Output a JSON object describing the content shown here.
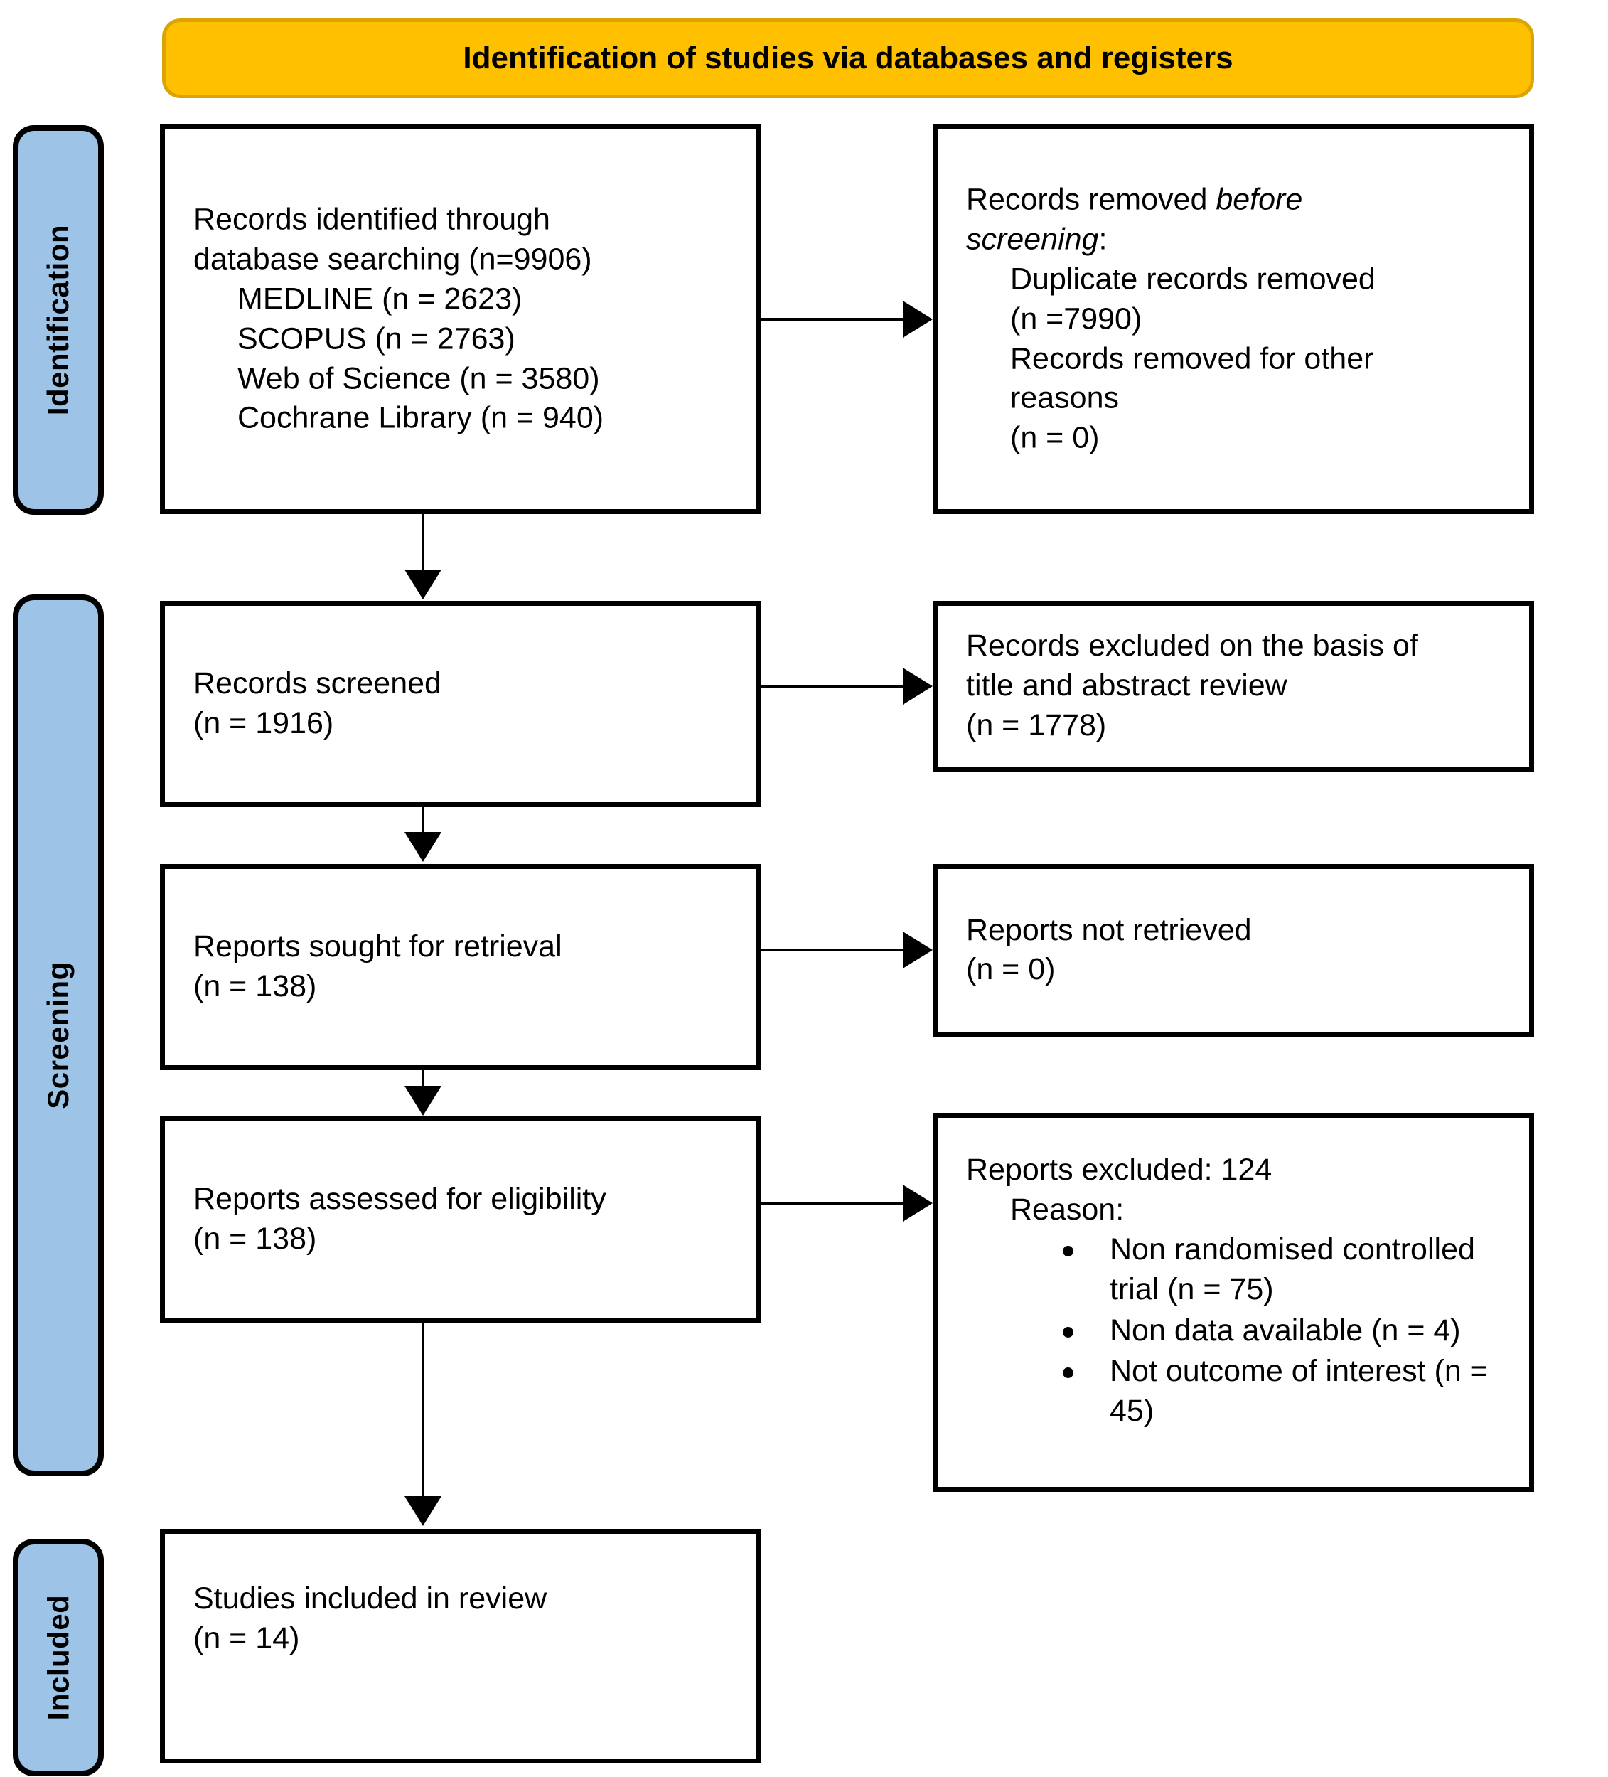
{
  "header": {
    "title": "Identification of studies via databases and registers",
    "background_color": "#FFC000",
    "border_color": "#D9A404"
  },
  "stages": {
    "color": "#9DC3E6",
    "identification": "Identification",
    "screening": "Screening",
    "included": "Included"
  },
  "boxes": {
    "identified": {
      "line1": "Records identified through",
      "line2": "database searching (n=9906)",
      "sources": [
        "MEDLINE (n = 2623)",
        "SCOPUS (n = 2763)",
        "Web of Science (n = 3580)",
        "Cochrane Library (n = 940)"
      ]
    },
    "removed_before_screening": {
      "lead": "Records removed ",
      "lead_italic_1": "before",
      "lead_italic_2": "screening",
      "lead_colon": ":",
      "item1_line1": "Duplicate records removed",
      "item1_line2": "(n =7990)",
      "item2_line1": "Records removed for other",
      "item2_line2": "reasons",
      "item2_line3": " (n = 0)"
    },
    "records_screened": {
      "line1": "Records screened",
      "line2": "(n = 1916)"
    },
    "records_excluded_ta": {
      "line1": "Records excluded on the basis of",
      "line2": "title and abstract review",
      "line3": "(n = 1778)"
    },
    "reports_sought": {
      "line1": "Reports sought for retrieval",
      "line2": "(n = 138)"
    },
    "reports_not_retrieved": {
      "line1": "Reports not retrieved",
      "line2": "(n = 0)"
    },
    "reports_assessed": {
      "line1": "Reports assessed for eligibility",
      "line2": "(n = 138)"
    },
    "reports_excluded_full": {
      "line1": "Reports excluded: 124",
      "line2": "Reason:",
      "reasons": [
        "Non randomised controlled trial (n = 75)",
        "Non data available (n = 4)",
        "Not outcome of interest (n = 45)"
      ]
    },
    "studies_included": {
      "line1": "Studies included in review",
      "line2": "(n = 14)"
    }
  },
  "chart_data": {
    "type": "diagram",
    "title": "Identification of studies via databases and registers",
    "nodes": [
      {
        "id": "identified",
        "stage": "Identification",
        "label": "Records identified through database searching",
        "n": 9906,
        "breakdown": [
          {
            "source": "MEDLINE",
            "n": 2623
          },
          {
            "source": "SCOPUS",
            "n": 2763
          },
          {
            "source": "Web of Science",
            "n": 3580
          },
          {
            "source": "Cochrane Library",
            "n": 940
          }
        ]
      },
      {
        "id": "removed_before_screening",
        "stage": "Identification",
        "label": "Records removed before screening",
        "breakdown": [
          {
            "reason": "Duplicate records removed",
            "n": 7990
          },
          {
            "reason": "Records removed for other reasons",
            "n": 0
          }
        ]
      },
      {
        "id": "records_screened",
        "stage": "Screening",
        "label": "Records screened",
        "n": 1916
      },
      {
        "id": "records_excluded_ta",
        "stage": "Screening",
        "label": "Records excluded on the basis of title and abstract review",
        "n": 1778
      },
      {
        "id": "reports_sought",
        "stage": "Screening",
        "label": "Reports sought for retrieval",
        "n": 138
      },
      {
        "id": "reports_not_retrieved",
        "stage": "Screening",
        "label": "Reports not retrieved",
        "n": 0
      },
      {
        "id": "reports_assessed",
        "stage": "Screening",
        "label": "Reports assessed for eligibility",
        "n": 138
      },
      {
        "id": "reports_excluded_full",
        "stage": "Screening",
        "label": "Reports excluded",
        "n": 124,
        "breakdown": [
          {
            "reason": "Non randomised controlled trial",
            "n": 75
          },
          {
            "reason": "Non data available",
            "n": 4
          },
          {
            "reason": "Not outcome of interest",
            "n": 45
          }
        ]
      },
      {
        "id": "studies_included",
        "stage": "Included",
        "label": "Studies included in review",
        "n": 14
      }
    ],
    "edges": [
      {
        "from": "identified",
        "to": "removed_before_screening",
        "direction": "right"
      },
      {
        "from": "identified",
        "to": "records_screened",
        "direction": "down"
      },
      {
        "from": "records_screened",
        "to": "records_excluded_ta",
        "direction": "right"
      },
      {
        "from": "records_screened",
        "to": "reports_sought",
        "direction": "down"
      },
      {
        "from": "reports_sought",
        "to": "reports_not_retrieved",
        "direction": "right"
      },
      {
        "from": "reports_sought",
        "to": "reports_assessed",
        "direction": "down"
      },
      {
        "from": "reports_assessed",
        "to": "reports_excluded_full",
        "direction": "right"
      },
      {
        "from": "reports_assessed",
        "to": "studies_included",
        "direction": "down"
      }
    ]
  }
}
